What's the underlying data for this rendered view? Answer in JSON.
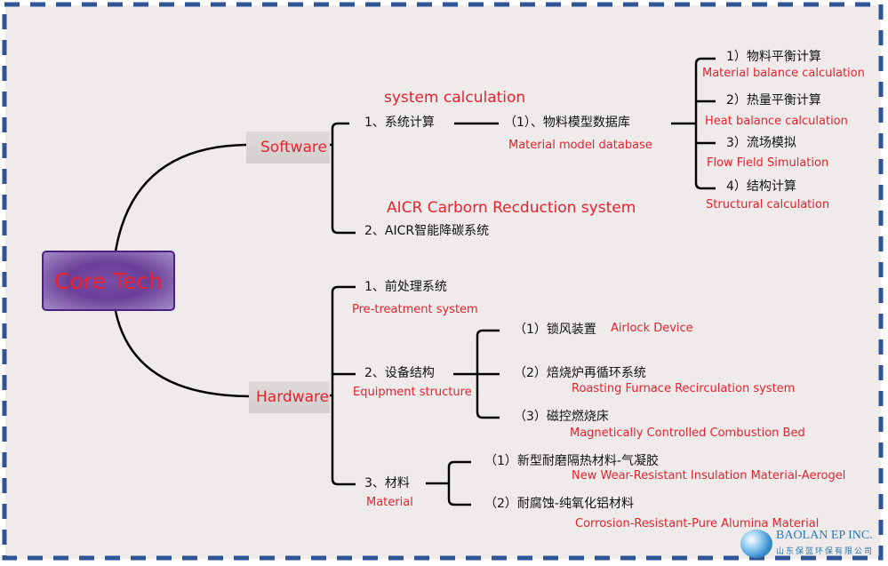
{
  "root": {
    "label": "Core Tech"
  },
  "colors": {
    "frame_dash": "#2f5597",
    "accent_text": "#e8222e",
    "root_fill": "#6a3f98",
    "root_border": "#4b1f86",
    "background": "#efebea"
  },
  "software": {
    "label": "Software",
    "items": [
      {
        "cn": "1、系统计算",
        "en": "system calculation",
        "child": {
          "cn": "（1）、物料模型数据库",
          "en": "Material model database",
          "children": [
            {
              "cn": "1）物料平衡计算",
              "en": "Material balance calculation"
            },
            {
              "cn": "2）热量平衡计算",
              "en": "Heat balance calculation"
            },
            {
              "cn": "3）流场模拟",
              "en": "Flow Field Simulation"
            },
            {
              "cn": "4）结构计算",
              "en": "Structural calculation"
            }
          ]
        }
      },
      {
        "cn": "2、AICR智能降碳系统",
        "en": "AICR Carborn Recduction system"
      }
    ]
  },
  "hardware": {
    "label": "Hardware",
    "items": [
      {
        "cn": "1、前处理系统",
        "en": "Pre-treatment system"
      },
      {
        "cn": "2、设备结构",
        "en": "Equipment structure",
        "children": [
          {
            "cn": "（1）锁风装置",
            "en": "Airlock Device"
          },
          {
            "cn": "（2）焙烧炉再循环系统",
            "en": "Roasting Furnace Recirculation system"
          },
          {
            "cn": "（3）磁控燃烧床",
            "en": "Magnetically Controlled Combustion Bed"
          }
        ]
      },
      {
        "cn": "3、材料",
        "en": "Material",
        "children": [
          {
            "cn": "（1）新型耐磨隔热材料-气凝胶",
            "en": "New Wear-Resistant Insulation Material-Aerogel"
          },
          {
            "cn": "（2）耐腐蚀-纯氧化铝材料",
            "en": "Corrosion-Resistant-Pure Alumina Material"
          }
        ]
      }
    ]
  },
  "logo": {
    "name": "BAOLAN EP INC.",
    "subtitle": "山东保蓝环保有限公司",
    "icon": "globe-landscape-icon"
  }
}
